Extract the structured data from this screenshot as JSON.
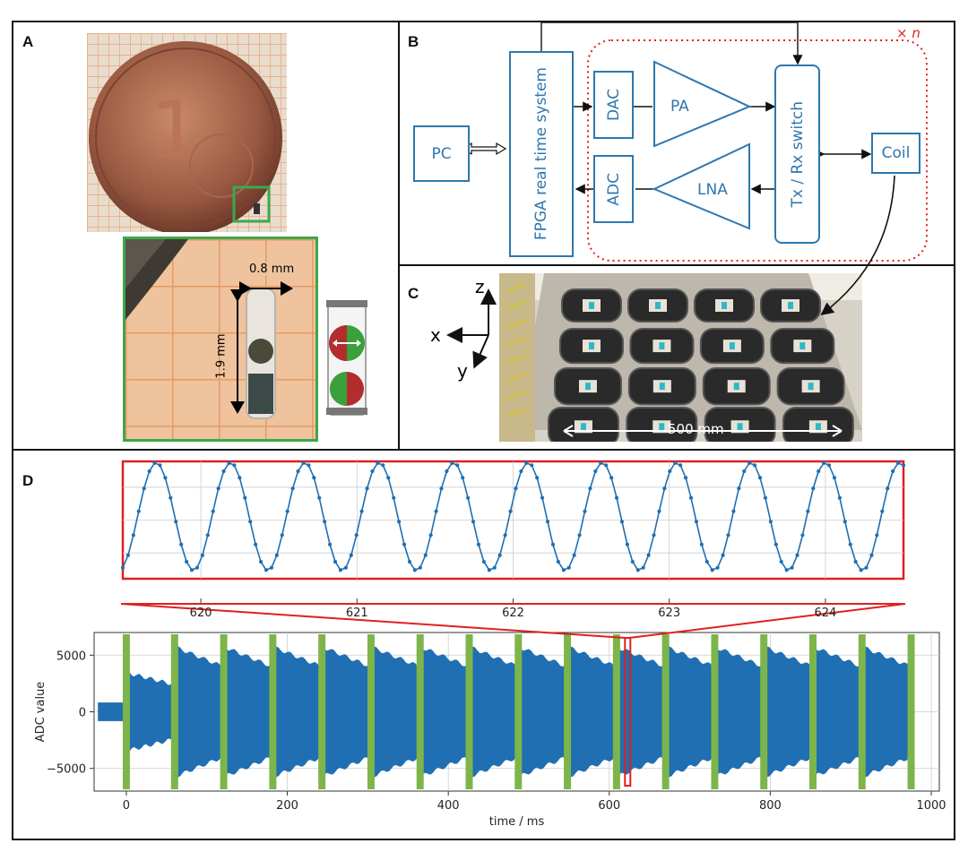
{
  "panels": {
    "a": "A",
    "b": "B",
    "c": "C",
    "d": "D"
  },
  "panel_a": {
    "width_label": "0.8 mm",
    "height_label": "1.9 mm"
  },
  "panel_b": {
    "pc": "PC",
    "fpga": "FPGA real time system",
    "dac": "DAC",
    "adc": "ADC",
    "pa": "PA",
    "lna": "LNA",
    "switch": "Tx / Rx switch",
    "coil": "Coil",
    "times": "× n"
  },
  "panel_c": {
    "z": "z",
    "x": "x",
    "y": "y",
    "scale": "500 mm"
  },
  "colors": {
    "blue": "#2e77ae",
    "signal": "#1f6fb2",
    "pulse": "#7db54a",
    "red": "#e02020"
  },
  "chart_data": [
    {
      "type": "line",
      "title": "",
      "xlabel": "time / ms",
      "ylabel": "ADC value",
      "xlim": [
        -40,
        1010
      ],
      "ylim": [
        -7000,
        7000
      ],
      "x_ticks": [
        "0",
        "200",
        "400",
        "600",
        "800",
        "1000"
      ],
      "y_ticks": [
        "5000",
        "0",
        "−5000"
      ],
      "x_tick_values": [
        0,
        200,
        400,
        600,
        800,
        1000
      ],
      "y_tick_values": [
        5000,
        0,
        -5000
      ],
      "pulse_times": [
        0,
        60,
        121,
        182,
        243,
        304,
        365,
        426,
        487,
        548,
        609,
        670,
        731,
        792,
        853,
        914,
        975
      ],
      "noise_level": 800,
      "peak_amplitude": 5600,
      "zoom_window": [
        619.5,
        624.5
      ],
      "grid": true
    },
    {
      "type": "line",
      "title": "",
      "xlabel": "",
      "ylabel": "",
      "xlim": [
        619.5,
        624.5
      ],
      "x_ticks": [
        "620",
        "621",
        "622",
        "623",
        "624"
      ],
      "x_tick_values": [
        620,
        621,
        622,
        623,
        624
      ],
      "cycles_per_ms": 2.1,
      "samples_per_cycle": 14,
      "grid": true
    }
  ]
}
